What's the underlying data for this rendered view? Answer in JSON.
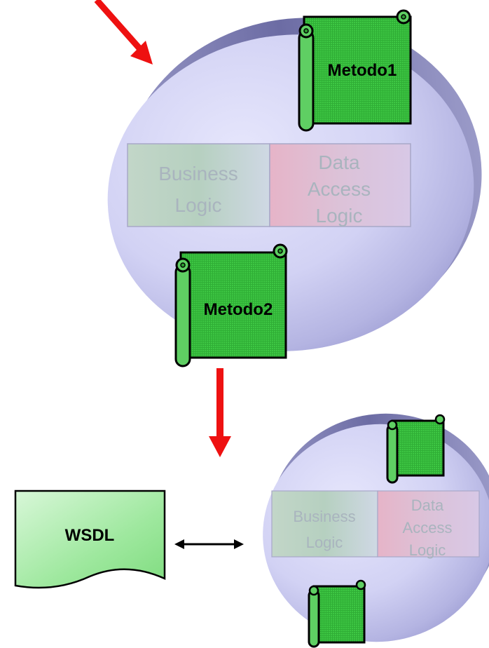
{
  "component_top": {
    "method_top": "Metodo1",
    "method_bottom": "Metodo2",
    "business_logic": [
      "Business",
      "Logic"
    ],
    "data_access_logic": [
      "Data",
      "Access",
      "Logic"
    ]
  },
  "component_bottom": {
    "business_logic": [
      "Business",
      "Logic"
    ],
    "data_access_logic": [
      "Data",
      "Access",
      "Logic"
    ]
  },
  "wsdl": {
    "label": "WSDL"
  },
  "colors": {
    "arrow": "#ee1111",
    "scroll_fill": "#39c43f",
    "sphere_light": "#dcdcfa",
    "sphere_dark": "#7d7db2",
    "business_tint": "#b8d4c4",
    "data_tint": "#e6b8cc"
  }
}
